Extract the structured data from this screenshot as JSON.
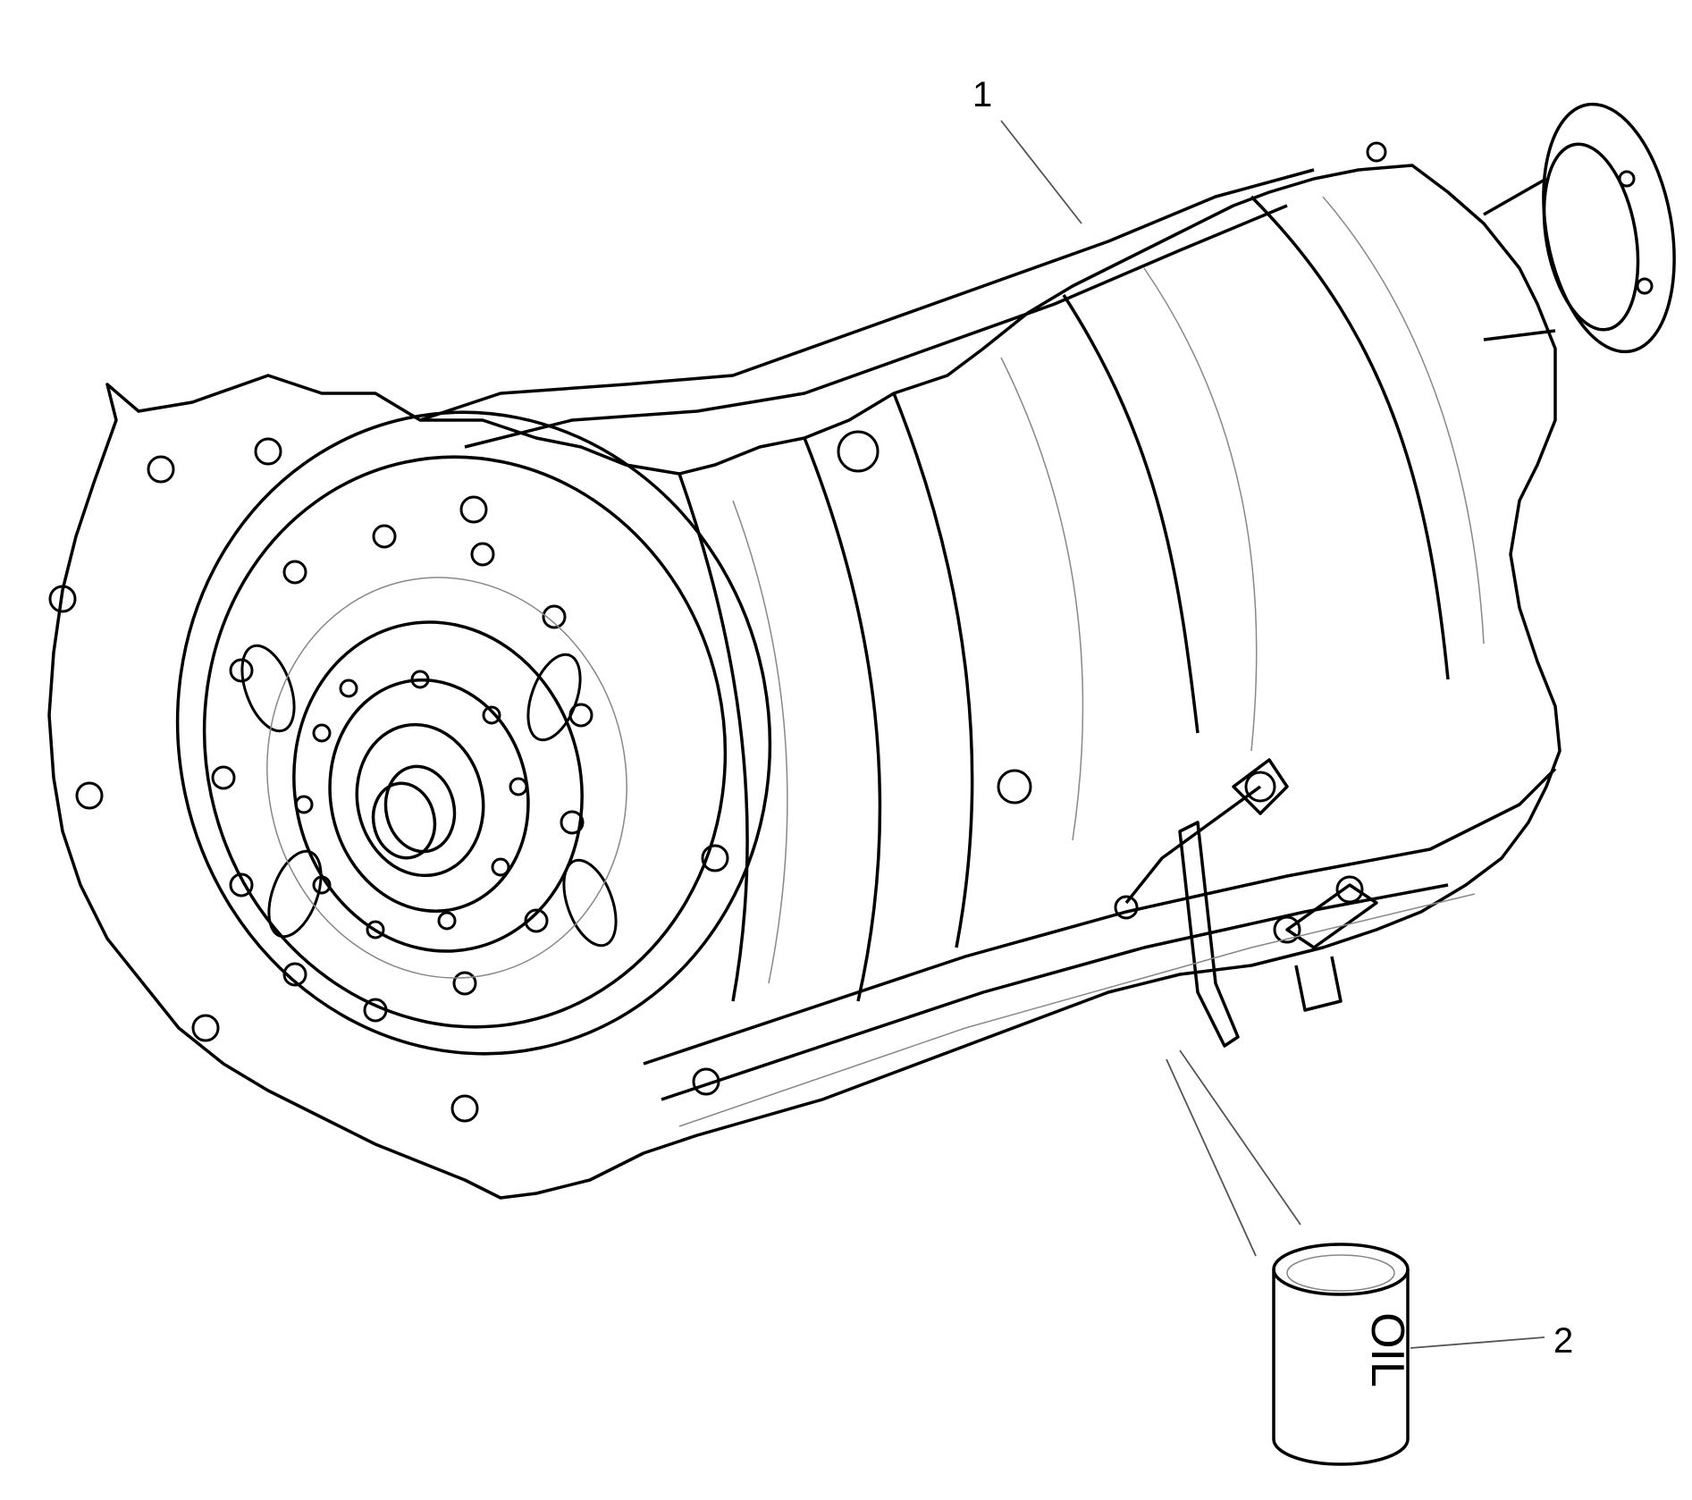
{
  "diagram": {
    "callouts": [
      {
        "label": "1"
      },
      {
        "label": "2"
      }
    ],
    "can_text": "OIL",
    "colors": {
      "ink": "#000000",
      "paper": "#ffffff",
      "detail": "#888888"
    }
  }
}
